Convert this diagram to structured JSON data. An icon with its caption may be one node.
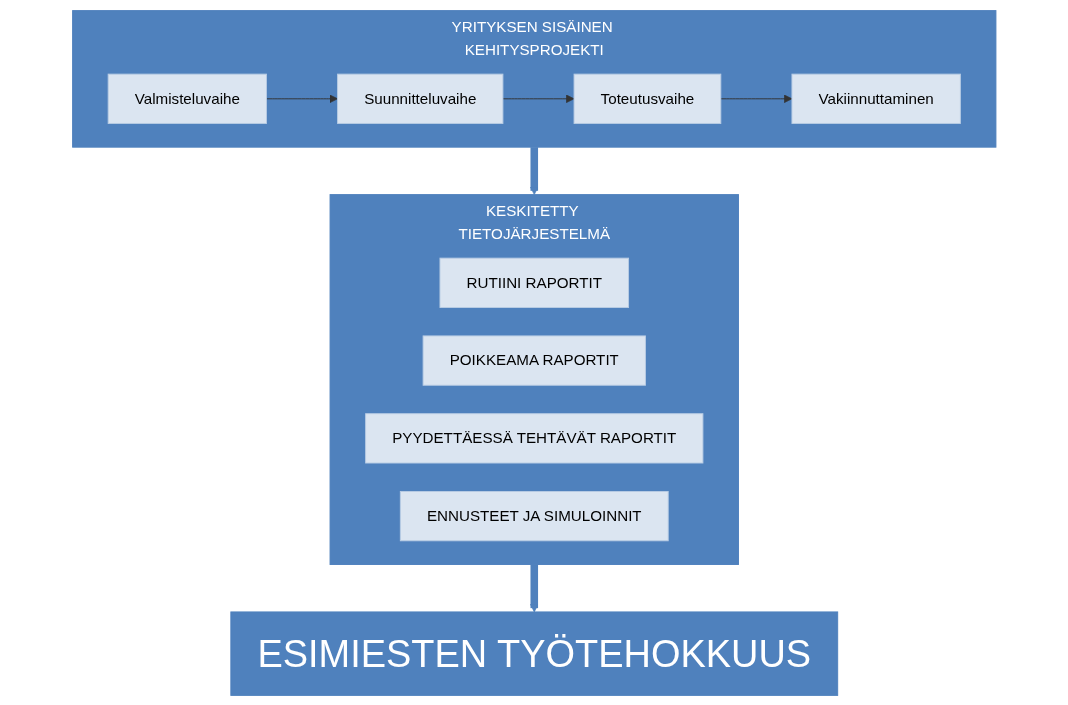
{
  "diagram": {
    "nodes": [
      {
        "text": [
          "YRITYKSEN SISÄINEN KEHITYSPROJEKTI"
        ]
      },
      {
        "text": [
          "Valmisteluvaihe"
        ],
        "in": 0
      },
      {
        "text": [
          "Suunnitteluvaihe"
        ],
        "in": 0
      },
      {
        "text": [
          "Toteutusvaihe"
        ],
        "in": 0
      },
      {
        "text": [
          "Vakiinnuttaminen"
        ],
        "in": 0
      },
      {
        "text": [
          "KESKITETTY TIETOJÄRJESTELMÄ"
        ]
      },
      {
        "text": [
          "RUTIINI RAPORTIT"
        ],
        "in": 5
      },
      {
        "text": [
          "POIKKEAMA RAPORTIT"
        ],
        "in": 5
      },
      {
        "text": [
          "PYYDETTÄESSÄ TEHTÄVÄT RAPORTIT"
        ],
        "in": 5
      },
      {
        "text": [
          "ENNUSTEET JA SIMULOINNIT"
        ],
        "in": 5
      },
      {
        "text": [
          "ESIMIESTEN TYÖTEHOKKUUS"
        ]
      }
    ],
    "edges": [
      {
        "from": 1,
        "to": 2,
        "arrow": "to"
      },
      {
        "from": 2,
        "to": 3,
        "arrow": "to"
      },
      {
        "from": 3,
        "to": 4,
        "arrow": "to"
      },
      {
        "from": 0,
        "to": 5,
        "arrow": "to",
        "style": "thick",
        "color": "#4f81bd"
      },
      {
        "from": 5,
        "to": 10,
        "arrow": "to",
        "style": "thick",
        "color": "#4f81bd"
      }
    ]
  }
}
